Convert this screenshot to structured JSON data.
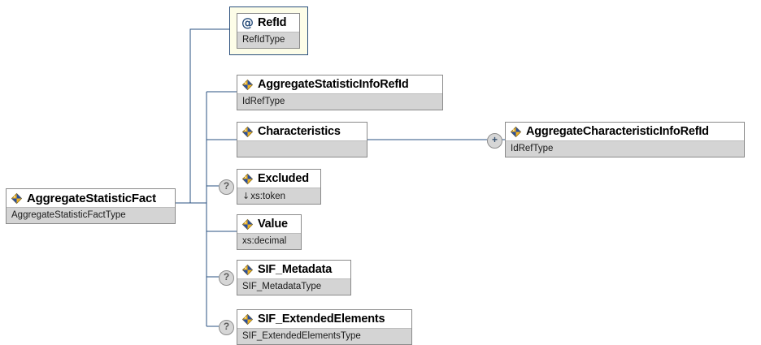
{
  "diagram": {
    "type": "xml-schema-element-tree",
    "line_color": "#2a5080",
    "attribute_frame_color": "#fdfde8",
    "node_header_color": "#ffffff",
    "node_type_bar_color": "#d4d4d4",
    "root": {
      "name": "AggregateStatisticFact",
      "type": "AggregateStatisticFactType",
      "icon": "element-icon"
    },
    "attributes": [
      {
        "name": "RefId",
        "type": "RefIdType",
        "icon": "attribute-at-icon",
        "framed": true
      }
    ],
    "children": [
      {
        "name": "AggregateStatisticInfoRefId",
        "type": "IdRefType",
        "icon": "element-icon",
        "optional": false,
        "prefix_glyph": ""
      },
      {
        "name": "Characteristics",
        "type": "",
        "icon": "element-icon",
        "optional": false,
        "prefix_glyph": "",
        "expandable": true,
        "expand_marker": "+",
        "child": {
          "name": "AggregateCharacteristicInfoRefId",
          "type": "IdRefType",
          "icon": "element-icon"
        }
      },
      {
        "name": "Excluded",
        "type": "xs:token",
        "icon": "element-icon",
        "optional": true,
        "optional_marker": "?",
        "prefix_glyph": "↓"
      },
      {
        "name": "Value",
        "type": "xs:decimal",
        "icon": "element-icon",
        "optional": false,
        "prefix_glyph": ""
      },
      {
        "name": "SIF_Metadata",
        "type": "SIF_MetadataType",
        "icon": "element-icon",
        "optional": true,
        "optional_marker": "?",
        "prefix_glyph": ""
      },
      {
        "name": "SIF_ExtendedElements",
        "type": "SIF_ExtendedElementsType",
        "icon": "element-icon",
        "optional": true,
        "optional_marker": "?",
        "prefix_glyph": ""
      }
    ]
  }
}
